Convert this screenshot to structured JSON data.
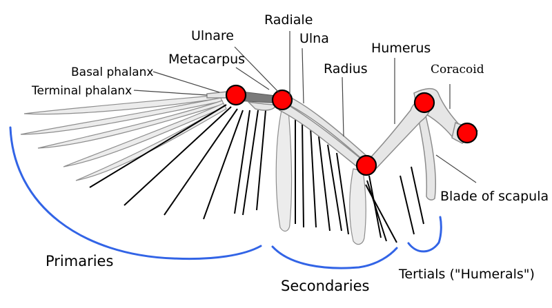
{
  "diagram": {
    "labels": {
      "radiale": "Radiale",
      "ulnare": "Ulnare",
      "ulna": "Ulna",
      "metacarpus": "Metacarpus",
      "humerus": "Humerus",
      "basal_phalanx": "Basal phalanx",
      "radius": "Radius",
      "coracoid": "Coracoid",
      "terminal_phalanx": "Terminal phalanx",
      "blade_of_scapula": "Blade of scapula"
    },
    "groups": {
      "primaries": "Primaries",
      "secondaries": "Secondaries",
      "tertials": "Tertials (\"Humerals\")"
    },
    "colors": {
      "joint": "#ff0000",
      "brace": "#3264e6",
      "bone": "#e6e6e6"
    }
  }
}
